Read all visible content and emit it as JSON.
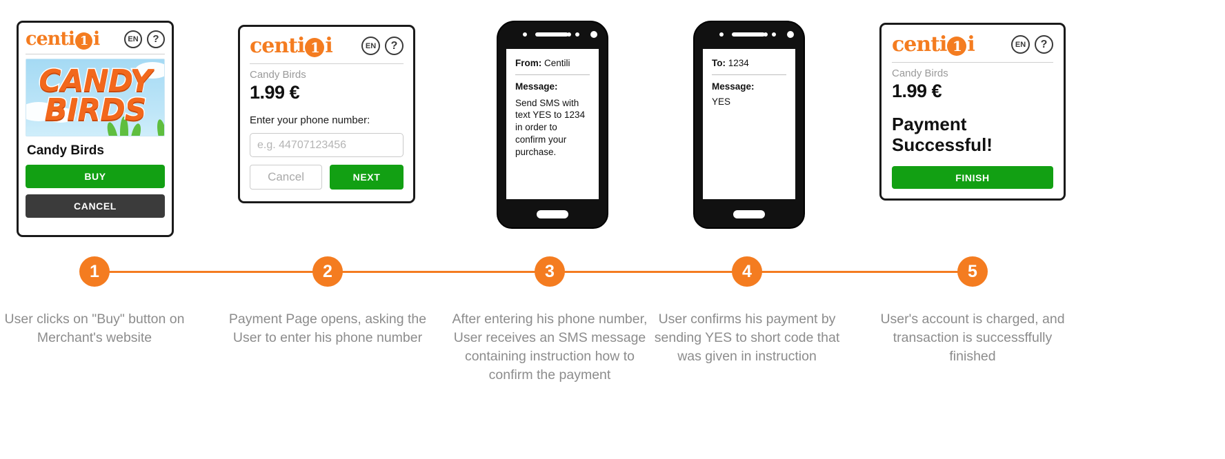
{
  "brand": {
    "name": "centili",
    "prefix": "centi",
    "ring": "1",
    "suffix": "i",
    "color": "#F47C20",
    "lang_badge": "EN",
    "help_badge": "?"
  },
  "colors": {
    "orange": "#F47C20",
    "green": "#12A013",
    "dark": "#3b3b3b",
    "caption_gray": "#8c8c8c",
    "muted_gray": "#9a9a9a"
  },
  "panels": {
    "merchant": {
      "game_title_line1": "CANDY",
      "game_title_line2": "BIRDS",
      "app_name": "Candy Birds",
      "buy_label": "BUY",
      "cancel_label": "CANCEL"
    },
    "payment": {
      "app_name": "Candy Birds",
      "price_int": "1",
      "price_dec": ".99 €",
      "field_label": "Enter your phone number:",
      "phone_placeholder": "e.g. 44707123456",
      "cancel_label": "Cancel",
      "next_label": "NEXT"
    },
    "sms_received": {
      "from_label": "From:",
      "from_value": "Centili",
      "message_label": "Message:",
      "message_body": "Send SMS with text YES to 1234 in order to confirm your purchase."
    },
    "sms_sent": {
      "to_label": "To:",
      "to_value": "1234",
      "message_label": "Message:",
      "message_body": "YES"
    },
    "success": {
      "app_name": "Candy Birds",
      "price_int": "1",
      "price_dec": ".99 €",
      "status_line1": "Payment",
      "status_line2": "Successful!",
      "finish_label": "FINISH"
    }
  },
  "timeline": {
    "steps": [
      {
        "number": "1",
        "caption": "User clicks on \"Buy\" button on Merchant's website"
      },
      {
        "number": "2",
        "caption": "Payment Page opens, asking the User to enter his phone number"
      },
      {
        "number": "3",
        "caption": "After entering his phone number, User receives an SMS message containing instruction how to confirm the payment"
      },
      {
        "number": "4",
        "caption": "User confirms his payment by sending YES to short code that was given in instruction"
      },
      {
        "number": "5",
        "caption": "User's account is charged, and transaction is successffully finished"
      }
    ]
  }
}
